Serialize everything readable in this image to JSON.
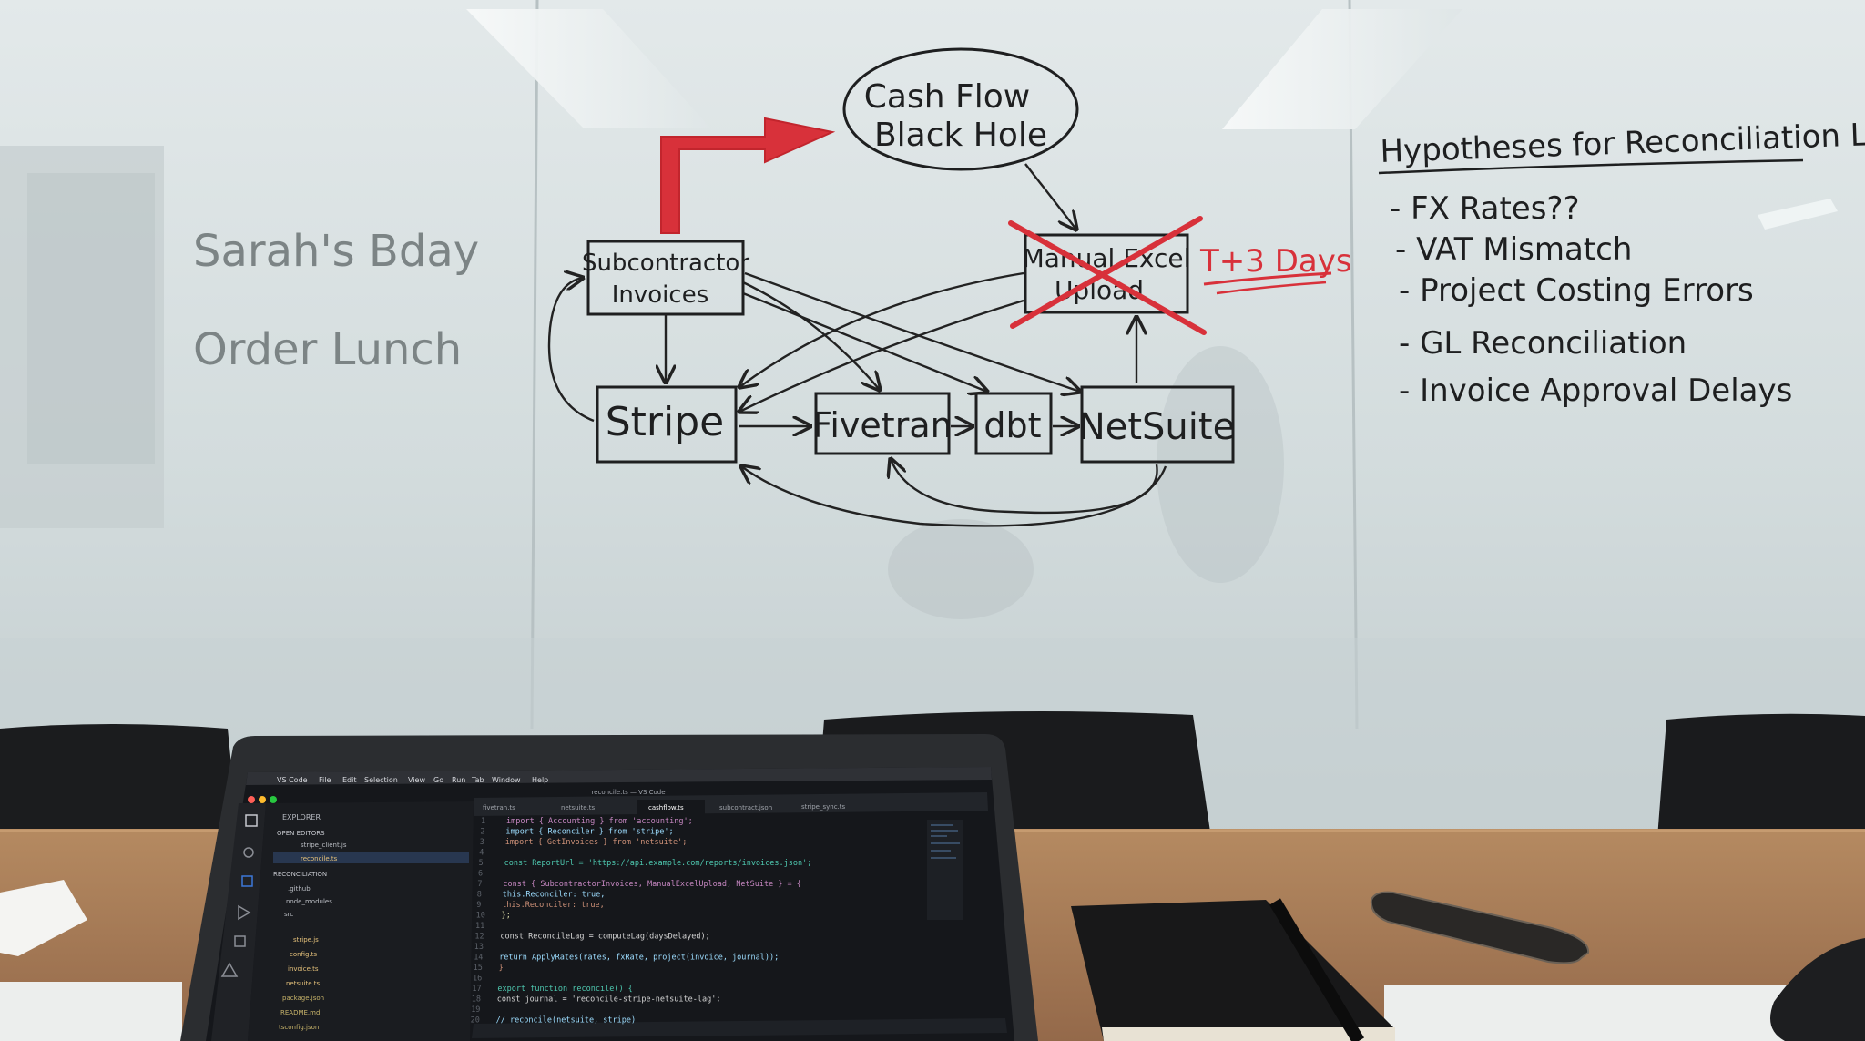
{
  "whiteboard": {
    "left_notes": [
      "Sarah's Bday",
      "Order Lunch"
    ],
    "diagram": {
      "nodes": {
        "cash_flow": [
          "Cash Flow",
          "Black Hole"
        ],
        "subcontractor": [
          "Subcontractor",
          "Invoices"
        ],
        "manual_excel": [
          "Manual Excel",
          "Upload"
        ],
        "stripe": "Stripe",
        "fivetran": "Fivetran",
        "dbt": "dbt",
        "netsuite": "NetSuite"
      },
      "annotation": "T+3 Days"
    },
    "hypotheses": {
      "title": "Hypotheses for Reconciliation Lag",
      "items": [
        "- FX Rates??",
        "- VAT Mismatch",
        "- Project Costing Errors",
        "- GL Reconciliation",
        "- Invoice Approval Delays"
      ]
    }
  },
  "laptop": {
    "menu_bar": [
      "VS Code",
      "File",
      "Edit",
      "Selection",
      "View",
      "Go",
      "Run",
      "Tab",
      "Window",
      "Help"
    ],
    "window_title": "reconcile.ts — VS Code",
    "sidebar_title": "EXPLORER",
    "sidebar_sections": [
      "OPEN EDITORS",
      "RECONCILIATION"
    ],
    "files": [
      "stripe_client.js",
      "reconcile.ts",
      ".github",
      "node_modules",
      "src",
      "stripe.js",
      "config.ts",
      "invoice.ts",
      "netsuite.ts",
      "package.json",
      "README.md",
      "tsconfig.json"
    ],
    "tabs": [
      "fivetran.ts",
      "netsuite.ts",
      "cashflow.ts",
      "subcontract.json",
      "stripe_sync.ts"
    ],
    "code_lines": [
      "import { Accounting } from 'accounting';",
      "import { Reconciler } from 'stripe';",
      "import { GetInvoices } from 'netsuite';",
      "",
      "const ReportUrl = 'https://api.example.com/reports/invoices.json';",
      "",
      "const { SubcontractorInvoices, ManualExcelUpload, NetSuite } = {",
      "  this.Reconciler: true,",
      "  this.Reconciler: true,",
      "};",
      "",
      "const ReconcileLag = computeLag(daysDelayed);",
      "",
      "  return ApplyRates(rates, fxRate, project(invoice, journal));",
      "}",
      "",
      "export function reconcile() {",
      "  const journal = 'reconcile-stripe-netsuite-lag';",
      "",
      "  // reconcile(netsuite, stripe)"
    ]
  },
  "colors": {
    "ink": "#1e1f20",
    "red_marker": "#d8313a",
    "board": "#d7dfe0"
  }
}
